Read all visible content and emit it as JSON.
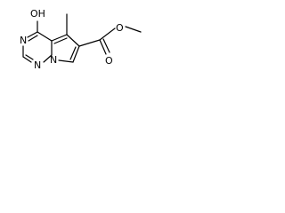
{
  "molecule": {
    "atoms": {
      "hydroxyl": "OH",
      "n3": "N",
      "n1": "N",
      "n_bridge": "N",
      "ester_o_carbonyl": "O",
      "ester_o_methoxy": "O"
    },
    "colors": {
      "bond": "#000000",
      "text": "#000000",
      "background": "#ffffff"
    }
  }
}
